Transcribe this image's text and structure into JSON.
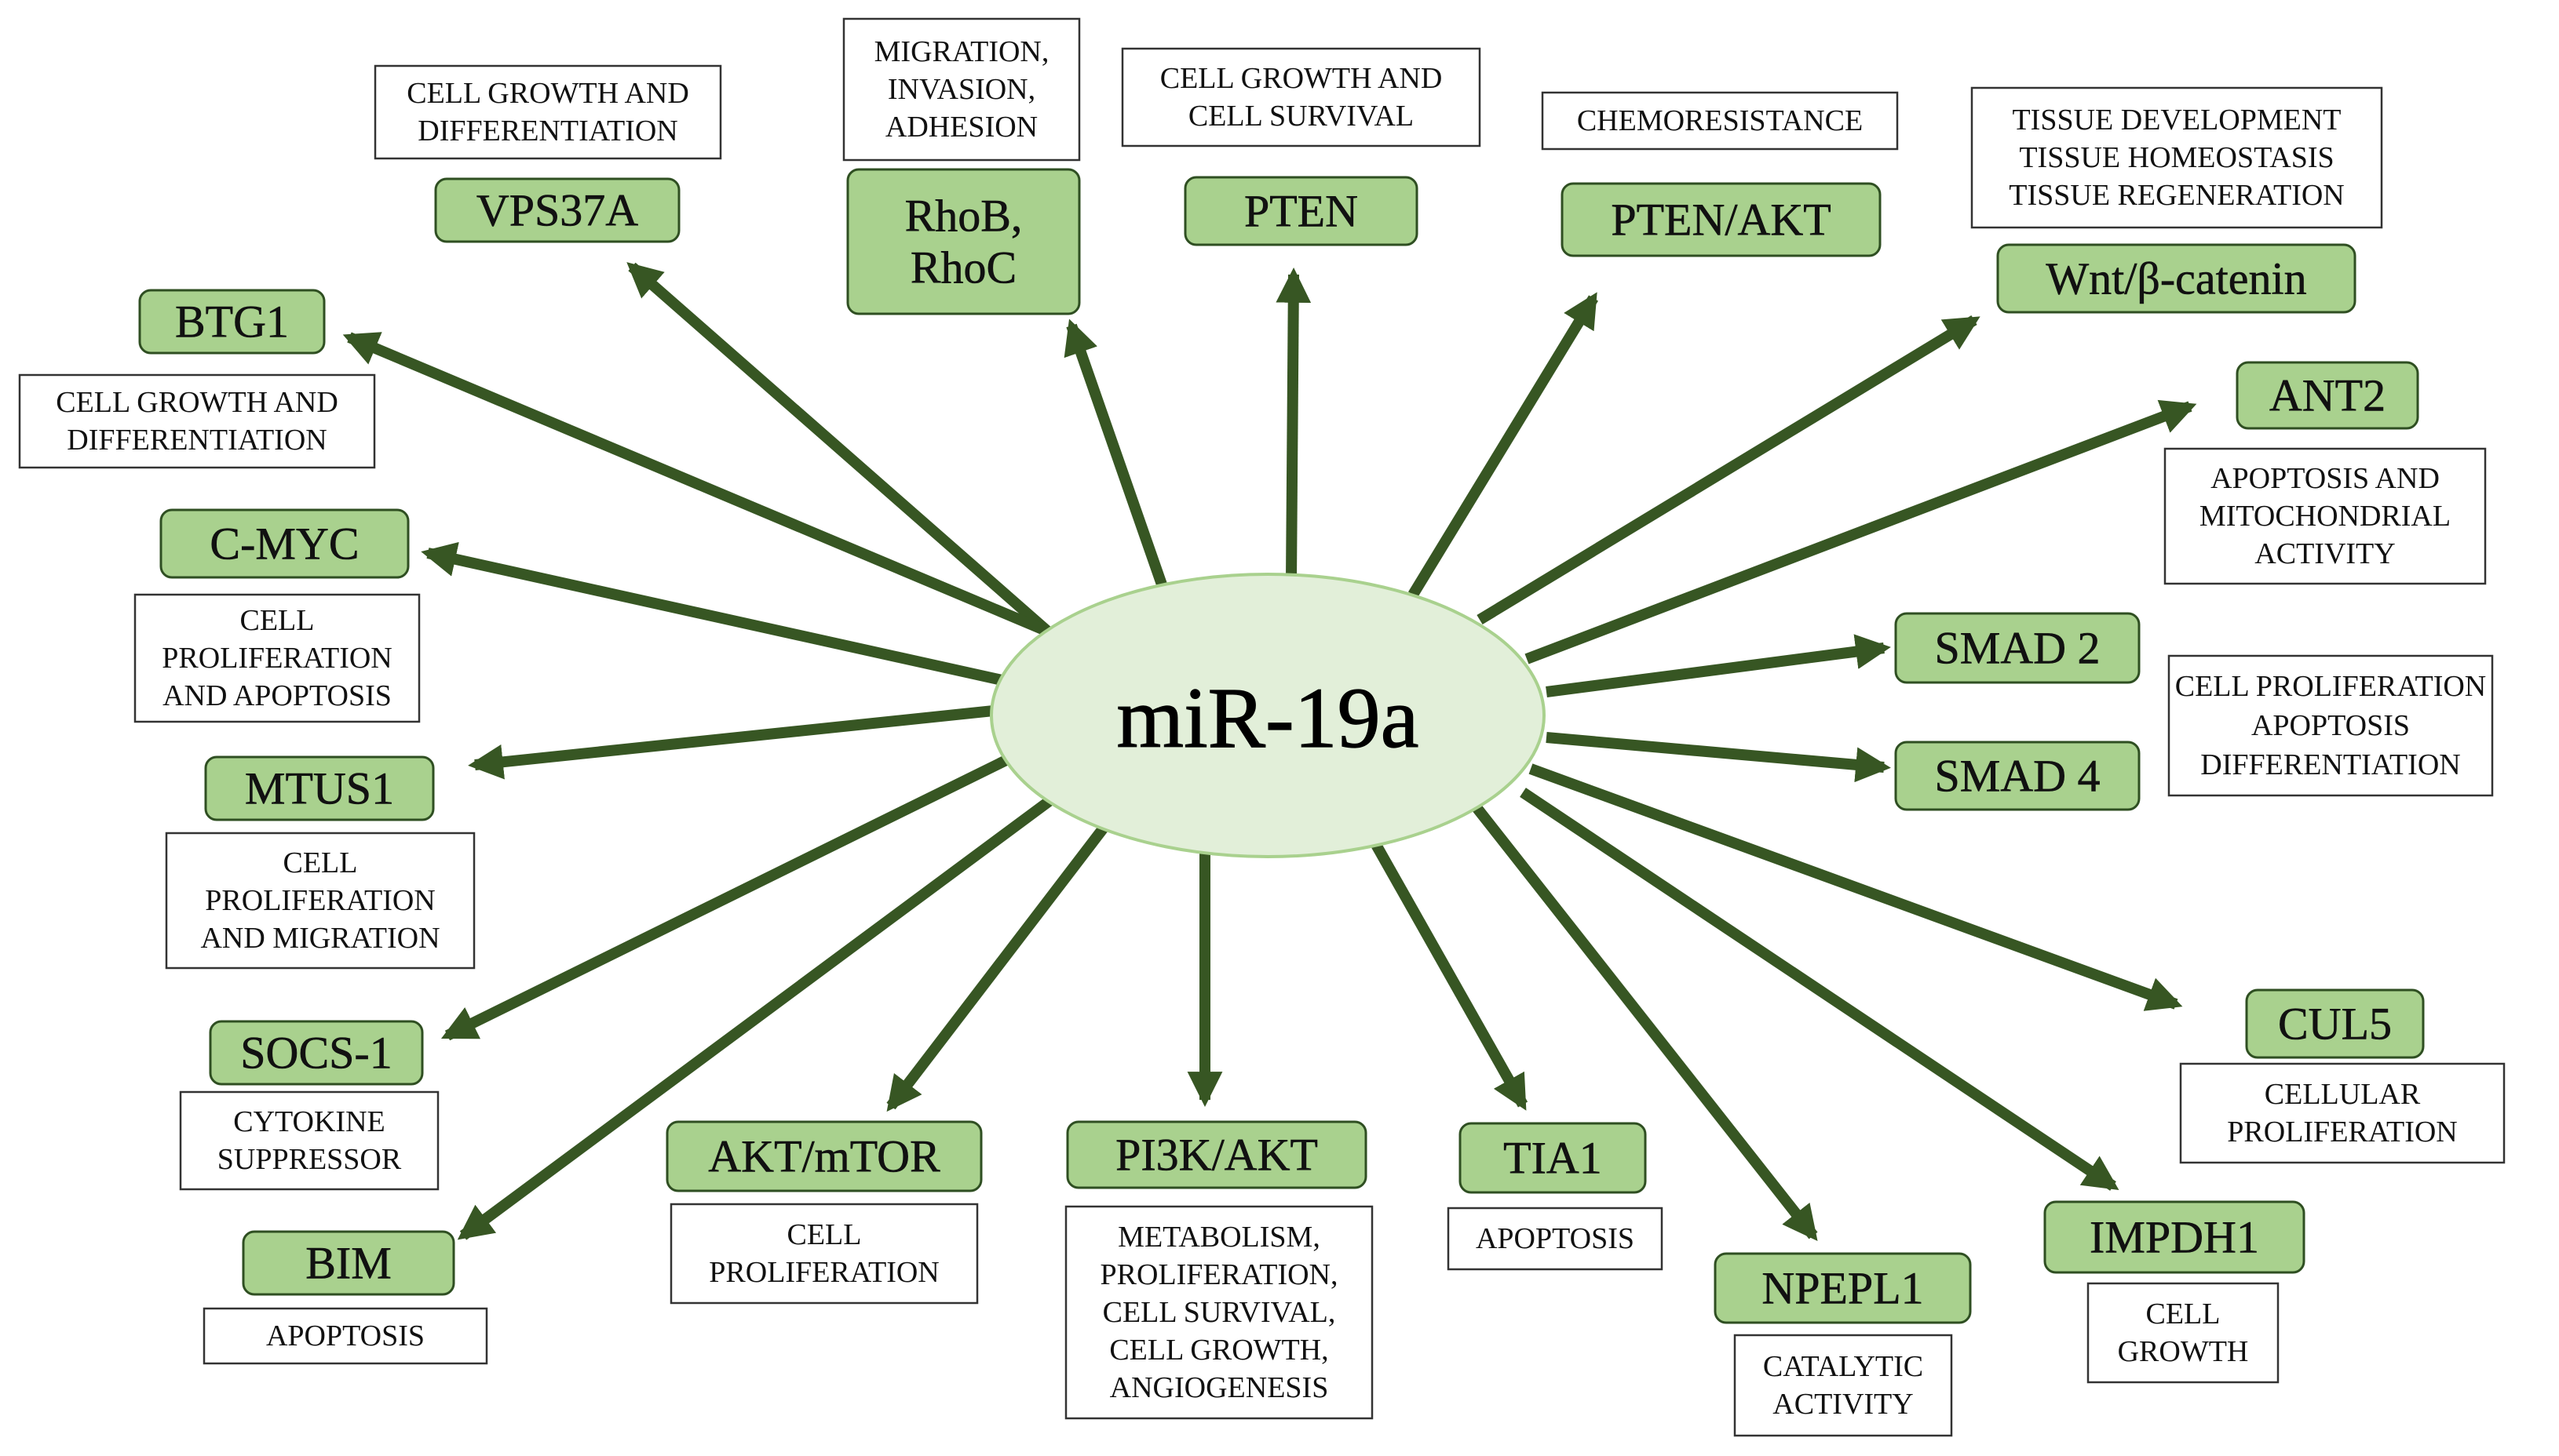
{
  "colors": {
    "arrow": "#375623",
    "gene_fill": "#a9d18e",
    "gene_border": "#2f4f22",
    "center_fill": "#e2efd9",
    "center_border": "#a9d18e",
    "function_border": "#333333"
  },
  "center": {
    "label": "miR-19a"
  },
  "targets": [
    {
      "id": "vps37a",
      "gene": [
        "VPS37A"
      ],
      "function": [
        "CELL GROWTH AND",
        "DIFFERENTIATION"
      ]
    },
    {
      "id": "rhob-rhoc",
      "gene": [
        "RhoB,",
        "RhoC"
      ],
      "function": [
        "MIGRATION,",
        "INVASION,",
        "ADHESION"
      ]
    },
    {
      "id": "pten",
      "gene": [
        "PTEN"
      ],
      "function": [
        "CELL GROWTH AND",
        "CELL SURVIVAL"
      ]
    },
    {
      "id": "pten-akt",
      "gene": [
        "PTEN/AKT"
      ],
      "function": [
        "CHEMORESISTANCE"
      ]
    },
    {
      "id": "wnt-beta-catenin",
      "gene": [
        "Wnt/β-catenin"
      ],
      "function": [
        "TISSUE DEVELOPMENT",
        "TISSUE HOMEOSTASIS",
        "TISSUE REGENERATION"
      ]
    },
    {
      "id": "btg1",
      "gene": [
        "BTG1"
      ],
      "function": [
        "CELL GROWTH AND",
        "DIFFERENTIATION"
      ]
    },
    {
      "id": "ant2",
      "gene": [
        "ANT2"
      ],
      "function": [
        "APOPTOSIS AND",
        "MITOCHONDRIAL",
        "ACTIVITY"
      ]
    },
    {
      "id": "c-myc",
      "gene": [
        "C-MYC"
      ],
      "function": [
        "CELL",
        "PROLIFERATION",
        "AND APOPTOSIS"
      ]
    },
    {
      "id": "smad2",
      "gene": [
        "SMAD 2"
      ],
      "function": []
    },
    {
      "id": "smad4",
      "gene": [
        "SMAD 4"
      ],
      "function": []
    },
    {
      "id": "mtus1",
      "gene": [
        "MTUS1"
      ],
      "function": [
        "CELL",
        "PROLIFERATION",
        "AND MIGRATION"
      ]
    },
    {
      "id": "socs1",
      "gene": [
        "SOCS-1"
      ],
      "function": [
        "CYTOKINE",
        "SUPPRESSOR"
      ]
    },
    {
      "id": "cul5",
      "gene": [
        "CUL5"
      ],
      "function": [
        "CELLULAR",
        "PROLIFERATION"
      ]
    },
    {
      "id": "bim",
      "gene": [
        "BIM"
      ],
      "function": [
        "APOPTOSIS"
      ]
    },
    {
      "id": "akt-mtor",
      "gene": [
        "AKT/mTOR"
      ],
      "function": [
        "CELL",
        "PROLIFERATION"
      ]
    },
    {
      "id": "pi3k-akt",
      "gene": [
        "PI3K/AKT"
      ],
      "function": [
        "METABOLISM,",
        "PROLIFERATION,",
        "CELL SURVIVAL,",
        "CELL GROWTH,",
        "ANGIOGENESIS"
      ]
    },
    {
      "id": "tia1",
      "gene": [
        "TIA1"
      ],
      "function": [
        "APOPTOSIS"
      ]
    },
    {
      "id": "npepl1",
      "gene": [
        "NPEPL1"
      ],
      "function": [
        "CATALYTIC",
        "ACTIVITY"
      ]
    },
    {
      "id": "impdh1",
      "gene": [
        "IMPDH1"
      ],
      "function": [
        "CELL",
        "GROWTH"
      ]
    }
  ],
  "shared_functions": [
    {
      "id": "smad",
      "applies_to": [
        "smad2",
        "smad4"
      ],
      "function": [
        "CELL PROLIFERATION",
        "APOPTOSIS",
        "DIFFERENTIATION"
      ]
    }
  ]
}
